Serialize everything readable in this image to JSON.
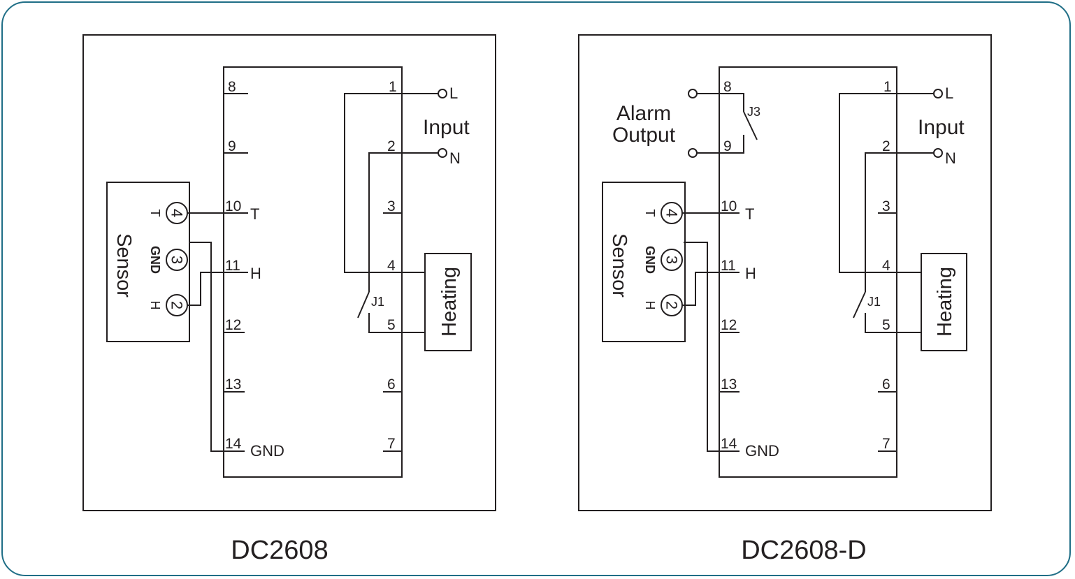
{
  "diagrams": [
    {
      "caption": "DC2608",
      "pins": [
        "1",
        "2",
        "3",
        "4",
        "5",
        "6",
        "7",
        "8",
        "9",
        "10",
        "11",
        "12",
        "13",
        "14"
      ],
      "pin_labels": {
        "p10": "T",
        "p11": "H",
        "p14": "GND"
      },
      "input": {
        "title": "Input",
        "line": "L",
        "neutral": "N"
      },
      "sensor": {
        "title": "Sensor",
        "terminals": [
          {
            "num": "4",
            "label": "T"
          },
          {
            "num": "3",
            "label": "GND"
          },
          {
            "num": "2",
            "label": "H"
          }
        ]
      },
      "load": "Heating",
      "relay": "J1"
    },
    {
      "caption": "DC2608-D",
      "pins": [
        "1",
        "2",
        "3",
        "4",
        "5",
        "6",
        "7",
        "8",
        "9",
        "10",
        "11",
        "12",
        "13",
        "14"
      ],
      "pin_labels": {
        "p10": "T",
        "p11": "H",
        "p14": "GND"
      },
      "input": {
        "title": "Input",
        "line": "L",
        "neutral": "N"
      },
      "sensor": {
        "title": "Sensor",
        "terminals": [
          {
            "num": "4",
            "label": "T"
          },
          {
            "num": "3",
            "label": "GND"
          },
          {
            "num": "2",
            "label": "H"
          }
        ]
      },
      "load": "Heating",
      "relay": "J1",
      "alarm": {
        "line1": "Alarm",
        "line2": "Output",
        "relay": "J3"
      }
    }
  ]
}
